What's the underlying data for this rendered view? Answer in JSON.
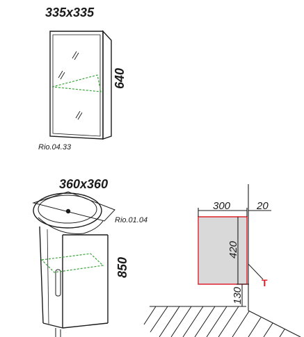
{
  "mirror_cabinet": {
    "size_label": "335x335",
    "height_label": "640",
    "code": "Rio.04.33"
  },
  "vanity_unit": {
    "size_label": "360x360",
    "height_label": "850",
    "code": "Rio.01.04"
  },
  "installation": {
    "width_label": "300",
    "wall_gap_label": "20",
    "height_label": "420",
    "floor_gap_label": "130",
    "marker_label": "T"
  },
  "colors": {
    "line": "#1a1a1a",
    "shelf": "#3aa33a",
    "cabinet_outline": "#e0202a",
    "cabinet_fill": "#d9d9d9",
    "marker": "#e0202a"
  }
}
